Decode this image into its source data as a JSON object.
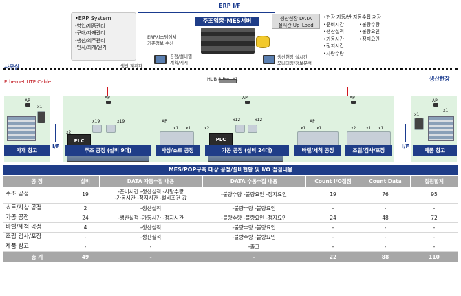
{
  "erp": {
    "title": "•ERP System",
    "items": [
      "-영업/제품관리",
      "-구매/자재관리",
      "-생산/외주관리",
      "-인사/회계/원가"
    ]
  },
  "erp_if": "ERP I/F",
  "erp_note": [
    "ERP시스템에서",
    "기준정보 수신"
  ],
  "mes_server": "주조업종-MES서버",
  "prod_box": [
    "생산현장 DATA",
    "실시간 Up_Load"
  ],
  "collect": {
    "title": "•현장 자동/반 자동수집 저장",
    "col1": [
      "•준비시간",
      "•생산실적",
      "•가동시간",
      "•정지시간",
      "•사량수량"
    ],
    "col2": [
      "•불량수량",
      "•불량요인",
      "•정지요인"
    ]
  },
  "plan_note": [
    "공정/설비별",
    "계획/지시"
  ],
  "planner": "생산 계획자",
  "monitor_note": [
    "생산현장 실시간",
    "모니터링/정보분석"
  ],
  "office": "사무실",
  "field": "생산현장",
  "hub": "HUB 8 Port *1",
  "ethernet": "Ethernet UTP Cable",
  "plc": "PLC",
  "ap": "AP",
  "if": "I/F",
  "qty": {
    "x1": "x1",
    "x2": "x2",
    "x12": "x12",
    "x19": "x19"
  },
  "areas": {
    "material": "자재 창고",
    "casting": "주조 공정 (설비 9대)",
    "shot": "사상/쇼트 공정",
    "machining": "가공 공정 (설비 24대)",
    "barrel": "바렐/세척 공정",
    "assembly": "조립/검사/포장",
    "product": "제품 창고"
  },
  "table": {
    "title": "MES/POP구축 대상 공정/설비현황 및 I/O 접점내용",
    "headers": [
      "공 정",
      "설비",
      "DATA 자동수집 내용",
      "DATA 수동수집 내용",
      "Count I/O접점",
      "Count Data",
      "접점합계"
    ],
    "rows": [
      {
        "name": "주조 공정",
        "eq": "19",
        "auto": [
          "-준비시간 -생산실적 -사탕수량",
          "-가동시간 -정지시간 -설비조건 값"
        ],
        "manual": "-불량수량 -불량요인 -정지요인",
        "io": "19",
        "cd": "76",
        "sum": "95"
      },
      {
        "name": "쇼트/사상 공정",
        "eq": "2",
        "auto": [
          "-생산실적"
        ],
        "manual": "-불량수량 -불량요인",
        "io": "-",
        "cd": "-",
        "sum": "-"
      },
      {
        "name": "가공 공정",
        "eq": "24",
        "auto": [
          "-생산실적 -가동시간 -정지시간"
        ],
        "manual": "-불량수량 -불량요인 -정지요인",
        "io": "24",
        "cd": "48",
        "sum": "72"
      },
      {
        "name": "바렐/세척 공정",
        "eq": "4",
        "auto": [
          "-생산실적"
        ],
        "manual": "-불량수량 -불량요인",
        "io": "-",
        "cd": "-",
        "sum": "-"
      },
      {
        "name": "조립 검사/포장",
        "eq": "-",
        "auto": [
          "-생산실적"
        ],
        "manual": "-불량수량 -불량요인",
        "io": "-",
        "cd": "-",
        "sum": "-"
      },
      {
        "name": "제품 창고",
        "eq": "-",
        "auto": [
          "-"
        ],
        "manual": "-출고",
        "io": "-",
        "cd": "-",
        "sum": "-"
      }
    ],
    "total": {
      "name": "총 계",
      "eq": "49",
      "auto": "-",
      "manual": "-",
      "io": "22",
      "cd": "88",
      "sum": "110"
    }
  }
}
